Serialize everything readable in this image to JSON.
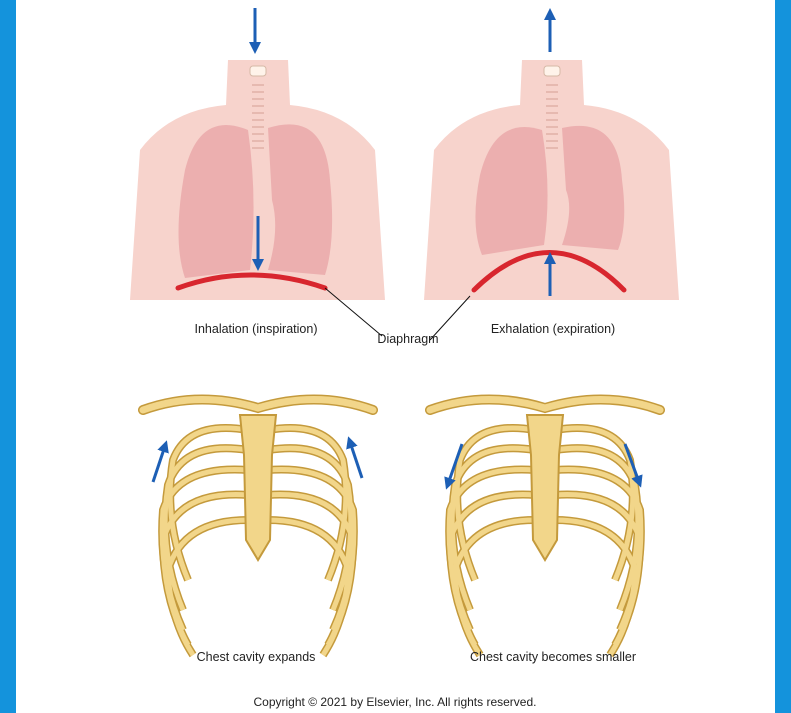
{
  "labels": {
    "inhalation": "Inhalation (inspiration)",
    "exhalation": "Exhalation (expiration)",
    "diaphragm": "Diaphragm",
    "expands": "Chest cavity expands",
    "smaller": "Chest cavity becomes smaller",
    "copyright": "Copyright © 2021 by Elsevier, Inc. All rights reserved."
  },
  "colors": {
    "frame": "#1493dc",
    "skin": "#f7d3cc",
    "lung": "#e8a3a6",
    "diaphragm": "#d8262e",
    "arrow": "#1d5fb5",
    "bone": "#f2d68a",
    "bone_outline": "#c49a3c"
  },
  "icons": {
    "arrows": "arrow-icon",
    "ribcage": "ribcage-icon",
    "torso": "torso-icon"
  }
}
